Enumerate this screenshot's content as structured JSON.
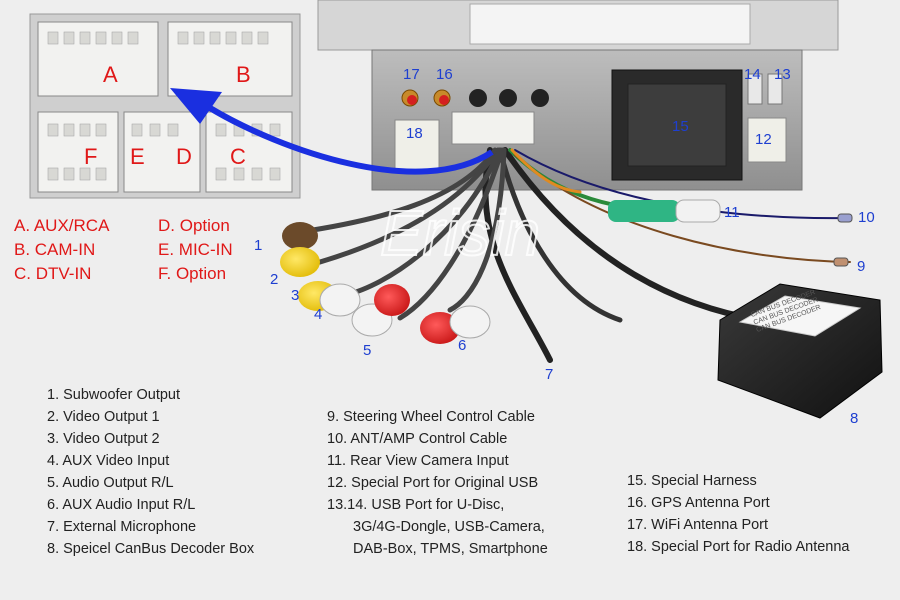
{
  "callouts": {
    "n1": "1",
    "n2": "2",
    "n3": "3",
    "n4": "4",
    "n5": "5",
    "n6": "6",
    "n7": "7",
    "n8": "8",
    "n9": "9",
    "n10": "10",
    "n11": "11",
    "n12": "12",
    "n13": "13",
    "n14": "14",
    "n15": "15",
    "n16": "16",
    "n17": "17",
    "n18": "18"
  },
  "connector_letters": {
    "a": "A",
    "b": "B",
    "c": "C",
    "d": "D",
    "e": "E",
    "f": "F"
  },
  "connector_legend": {
    "a": "A. AUX/RCA",
    "b": "B. CAM-IN",
    "c": "C. DTV-IN",
    "d": "D. Option",
    "e": "E. MIC-IN",
    "f": "F. Option"
  },
  "watermark": "Erisin",
  "decoder_box_text": [
    "CAN BUS DECODER",
    "CAN BUS DECODER",
    "CAN BUS DECODER"
  ],
  "list_col1": [
    "1. Subwoofer Output",
    "2. Video Output 1",
    "3. Video Output 2",
    "4. AUX Video Input",
    "5. Audio Output R/L",
    "6. AUX Audio Input R/L",
    "7. External Microphone",
    "8. Speicel CanBus Decoder Box"
  ],
  "list_col2": [
    "9. Steering Wheel Control Cable",
    "10. ANT/AMP Control Cable",
    "11. Rear View Camera Input",
    "12. Special Port for Original USB",
    "13.14. USB Port for U-Disc,",
    "3G/4G-Dongle, USB-Camera,",
    "DAB-Box, TPMS, Smartphone"
  ],
  "list_col3": [
    "15. Special Harness",
    "16. GPS Antenna Port",
    "17. WiFi Antenna Port",
    "18. Special Port for Radio Antenna"
  ]
}
